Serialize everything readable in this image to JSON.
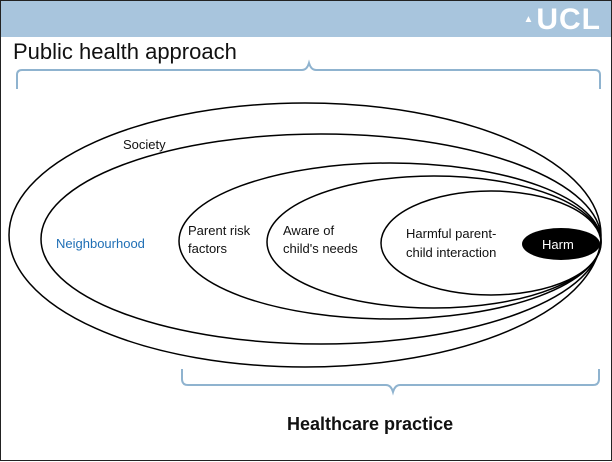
{
  "slide": {
    "logo_text": "UCL",
    "title": "Public health approach",
    "footer_label": "Healthcare practice"
  },
  "diagram": {
    "layers": [
      {
        "id": "society",
        "label": "Society"
      },
      {
        "id": "neighbourhood",
        "label": "Neighbourhood",
        "color": "#1f6fb5"
      },
      {
        "id": "parent-risk",
        "lines": [
          "Parent risk",
          "factors"
        ]
      },
      {
        "id": "aware-needs",
        "lines": [
          "Aware of",
          "child's needs"
        ]
      },
      {
        "id": "harmful-interaction",
        "lines": [
          "Harmful parent-",
          "child interaction"
        ]
      },
      {
        "id": "harm",
        "label": "Harm",
        "fill": "#000000"
      }
    ]
  },
  "colors": {
    "header_bar": "#a8c5dd",
    "neighbourhood_text": "#1f6fb5",
    "bracket_top": "#8fb3cf",
    "bracket_bottom": "#8fb3cf"
  }
}
